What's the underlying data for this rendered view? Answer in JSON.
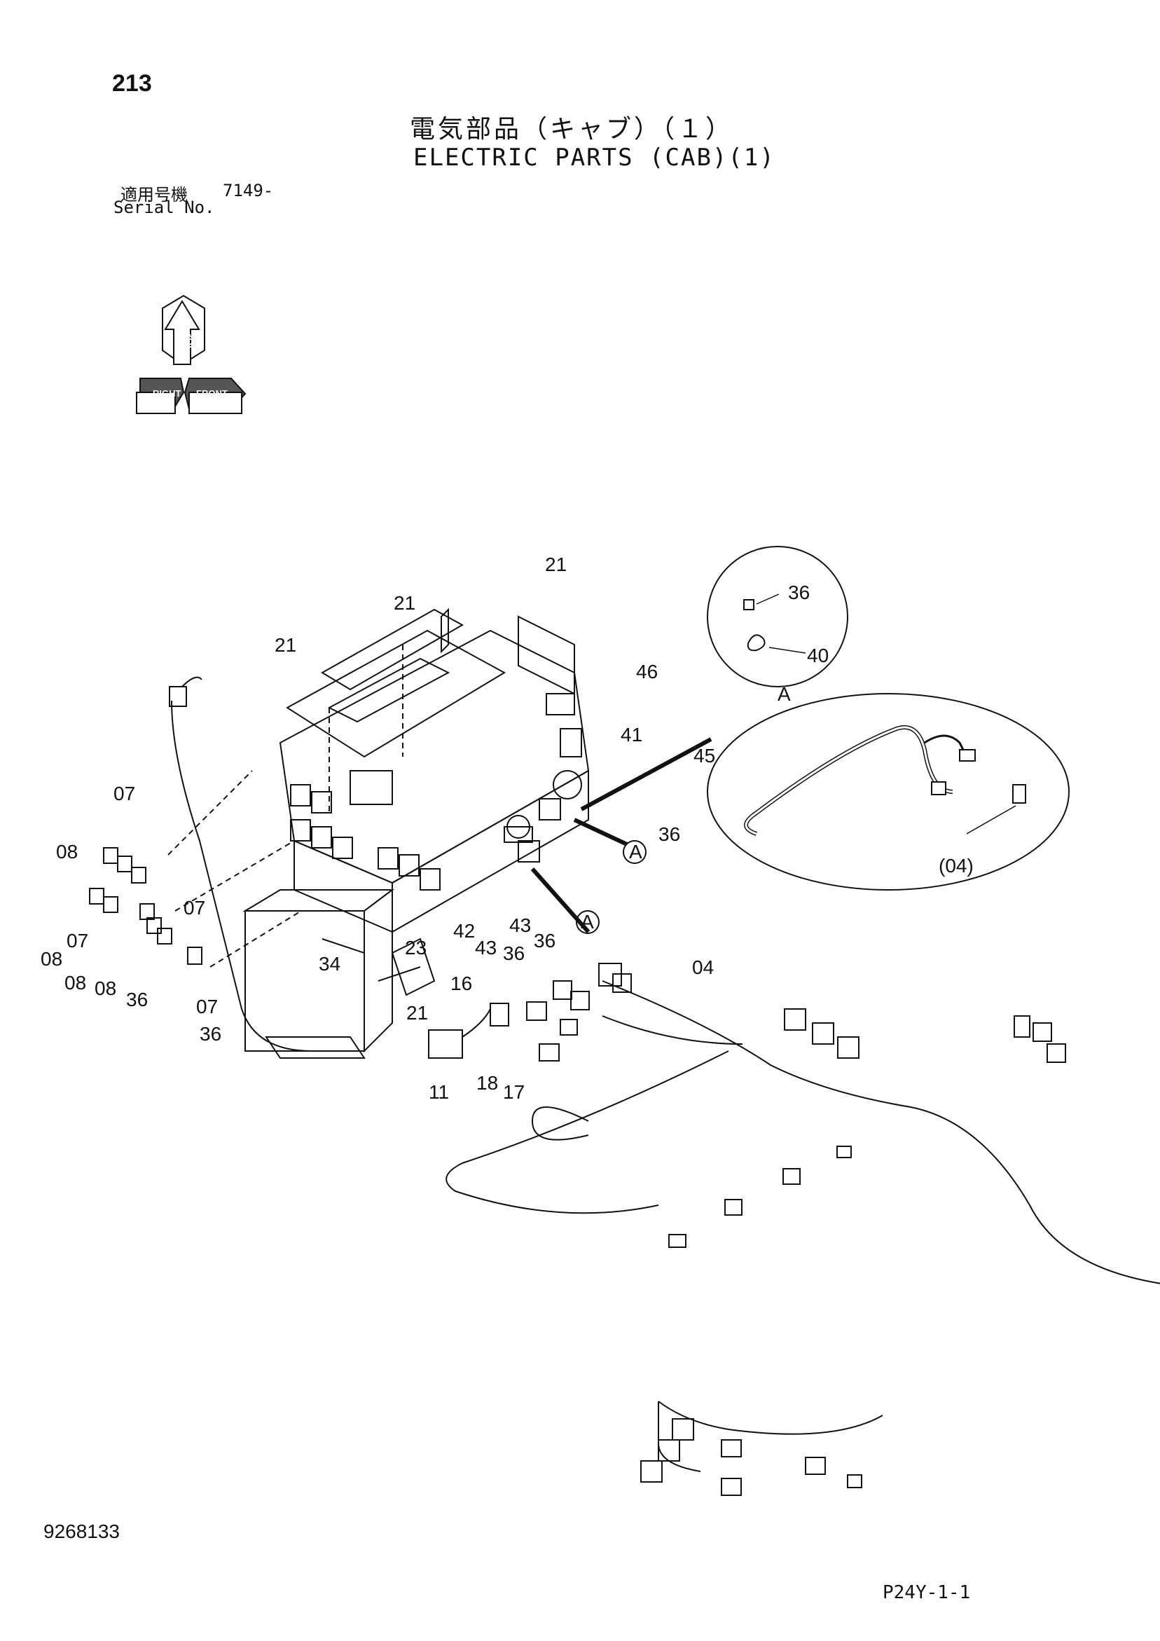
{
  "page_number": "213",
  "title_jp": "電気部品（キャブ）（１）",
  "title_en": "ELECTRIC PARTS (CAB)(1)",
  "serial": {
    "label_jp": "適用号機",
    "value": "7149-",
    "label_en": "Serial No."
  },
  "orientation": {
    "top": "TOP",
    "right": "RIGHT",
    "front": "FRONT"
  },
  "callouts": [
    "21",
    "21",
    "21",
    "36",
    "40",
    "A",
    "46",
    "41",
    "45",
    "36",
    "(04)",
    "07",
    "08",
    "07",
    "07",
    "08",
    "08",
    "08",
    "36",
    "07",
    "36",
    "34",
    "23",
    "21",
    "16",
    "11",
    "18",
    "17",
    "42",
    "43",
    "43",
    "36",
    "36",
    "A",
    "A",
    "04"
  ],
  "doc_number": "9268133",
  "page_code": "P24Y-1-1"
}
